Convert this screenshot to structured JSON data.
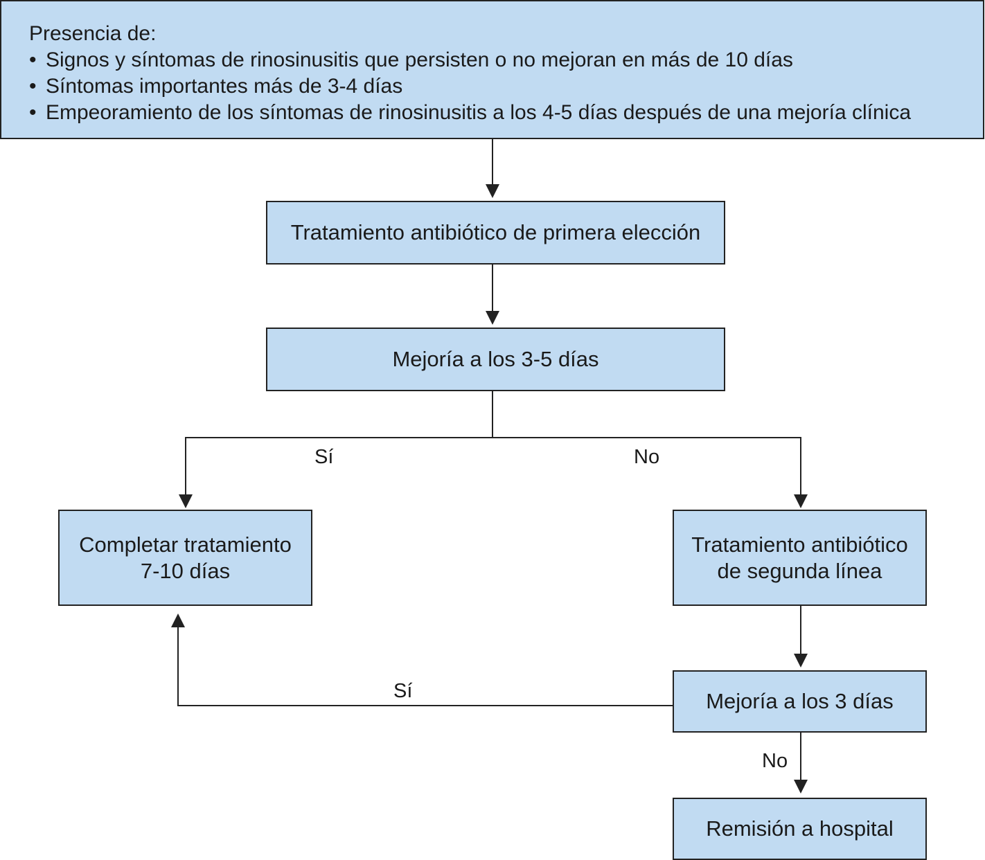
{
  "criteria": {
    "heading": "Presencia de:",
    "bullet": "•",
    "items": [
      "Signos y síntomas de rinosinusitis que persisten o no mejoran en más de 10 días",
      "Síntomas importantes más de 3-4 días",
      "Empeoramiento de los síntomas de rinosinusitis a los 4-5 días después de una mejoría clínica"
    ]
  },
  "nodes": {
    "first_line": "Tratamiento antibiótico de primera elección",
    "improve_3_5": "Mejoría a los 3-5 días",
    "complete_line1": "Completar tratamiento",
    "complete_line2": "7-10 días",
    "second_line1": "Tratamiento antibiótico",
    "second_line2": "de segunda línea",
    "improve_3": "Mejoría a los 3 días",
    "referral": "Remisión a hospital"
  },
  "edges": {
    "yes_1": "Sí",
    "no_1": "No",
    "yes_2": "Sí",
    "no_2": "No"
  },
  "colors": {
    "box_fill": "#c1dbf2",
    "line": "#222222"
  }
}
